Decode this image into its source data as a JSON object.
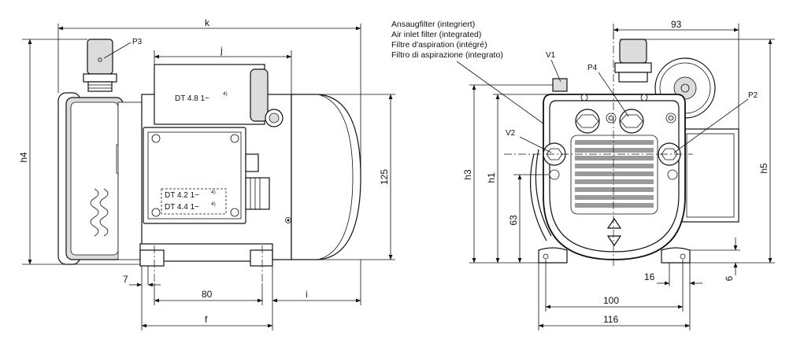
{
  "dimensions": {
    "k": "k",
    "j": "j",
    "f": "f",
    "i": "i",
    "h4": "h4",
    "h3": "h3",
    "h1": "h1",
    "h5": "h5",
    "d125": "125",
    "d93": "93",
    "d7": "7",
    "d80": "80",
    "d63": "63",
    "d16": "16",
    "d6": "6",
    "d100": "100",
    "d116": "116"
  },
  "labels": {
    "p3": "P3",
    "p4": "P4",
    "p2": "P2",
    "v1": "V1",
    "v2": "V2"
  },
  "motor_labels": {
    "dt48": "DT 4.8  1~",
    "dt42": "DT 4.2  1~",
    "dt44": "DT 4.4  1~",
    "footnote": "4)"
  },
  "filter_note": [
    "Ansaugfilter (integriert)",
    "Air inlet filter (integrated)",
    "Filtre d'aspiration (intégré)",
    "Filtro di aspirazione (integrato)"
  ]
}
